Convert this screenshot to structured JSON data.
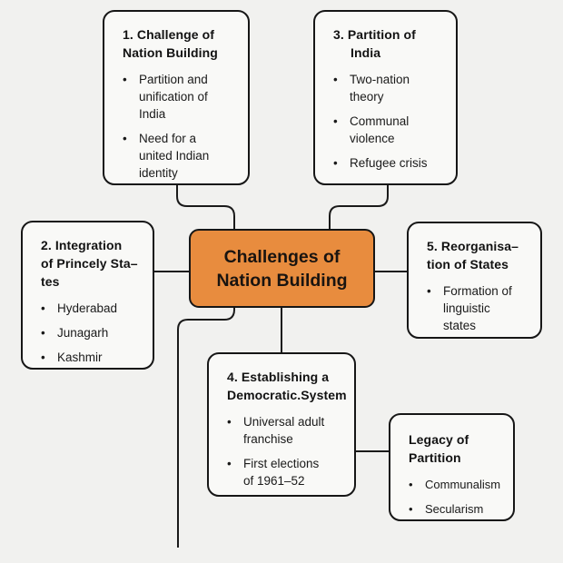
{
  "colors": {
    "background": "#F1F1EF",
    "node_fill": "#F9F9F7",
    "border": "#1A1A1A",
    "accent_orange": "#E88C3E",
    "text": "#161616"
  },
  "center": {
    "title": "Challenges of\nNation Building"
  },
  "nodes": [
    {
      "id": "challenge-of-nation-building",
      "title": "1. Challenge of\nNation Building",
      "bullets": [
        "Partition and\nunification of\nIndia",
        "Need for a\nunited Indian\nidentity"
      ]
    },
    {
      "id": "partition-of-india",
      "title": "3. Partition of\nIndia",
      "bullets": [
        "Two-nation\ntheory",
        "Communal\nviolence",
        "Refugee crisis"
      ]
    },
    {
      "id": "integration-of-princely-states",
      "title": "2. Integration\nof Princely Sta–\ntes",
      "bullets": [
        "Hyderabad",
        "Junagarh",
        "Kashmir"
      ]
    },
    {
      "id": "reorganisation-of-states",
      "title": "5. Reorganisa–\ntion of States",
      "bullets": [
        "Formation of\nlinguistic\nstates"
      ]
    },
    {
      "id": "establishing-a-democratic-system",
      "title": "4. Establishing a\nDemocratic.System",
      "bullets": [
        "Universal adult\nfranchise",
        "First elections\nof 1961–52"
      ]
    },
    {
      "id": "legacy-of-partition",
      "title": "Legacy of\nPartition",
      "bullets": [
        "Communalism",
        "Secularism"
      ]
    }
  ]
}
